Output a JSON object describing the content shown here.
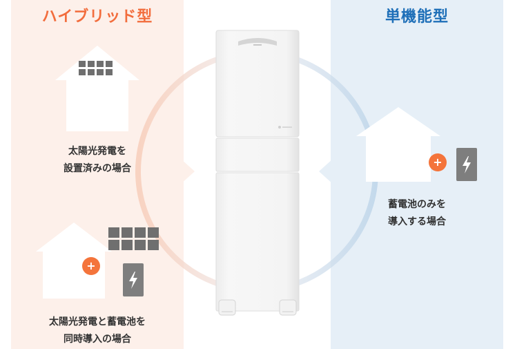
{
  "left_panel": {
    "title": "ハイブリッド型",
    "case1": {
      "line1": "太陽光発電を",
      "line2": "設置済みの場合"
    },
    "case2": {
      "line1": "太陽光発電と蓄電池を",
      "line2": "同時導入の場合"
    }
  },
  "right_panel": {
    "title": "単機能型",
    "case1": {
      "line1": "蓄電池のみを",
      "line2": "導入する場合"
    }
  },
  "badges": {
    "plus_symbol": "+"
  },
  "icons": [
    "house-icon",
    "solar-panel-icon",
    "battery-icon",
    "plus-icon",
    "storage-battery-unit"
  ],
  "colors": {
    "hybrid_accent": "#f26d3d",
    "single_accent": "#1e6fb8",
    "hybrid_panel_bg": "#fdf0ea",
    "single_panel_bg": "#e6eff7",
    "plus_badge": "#f4743b",
    "battery_gray": "#7e7e7e",
    "solar_gray": "#6f6f6f"
  }
}
